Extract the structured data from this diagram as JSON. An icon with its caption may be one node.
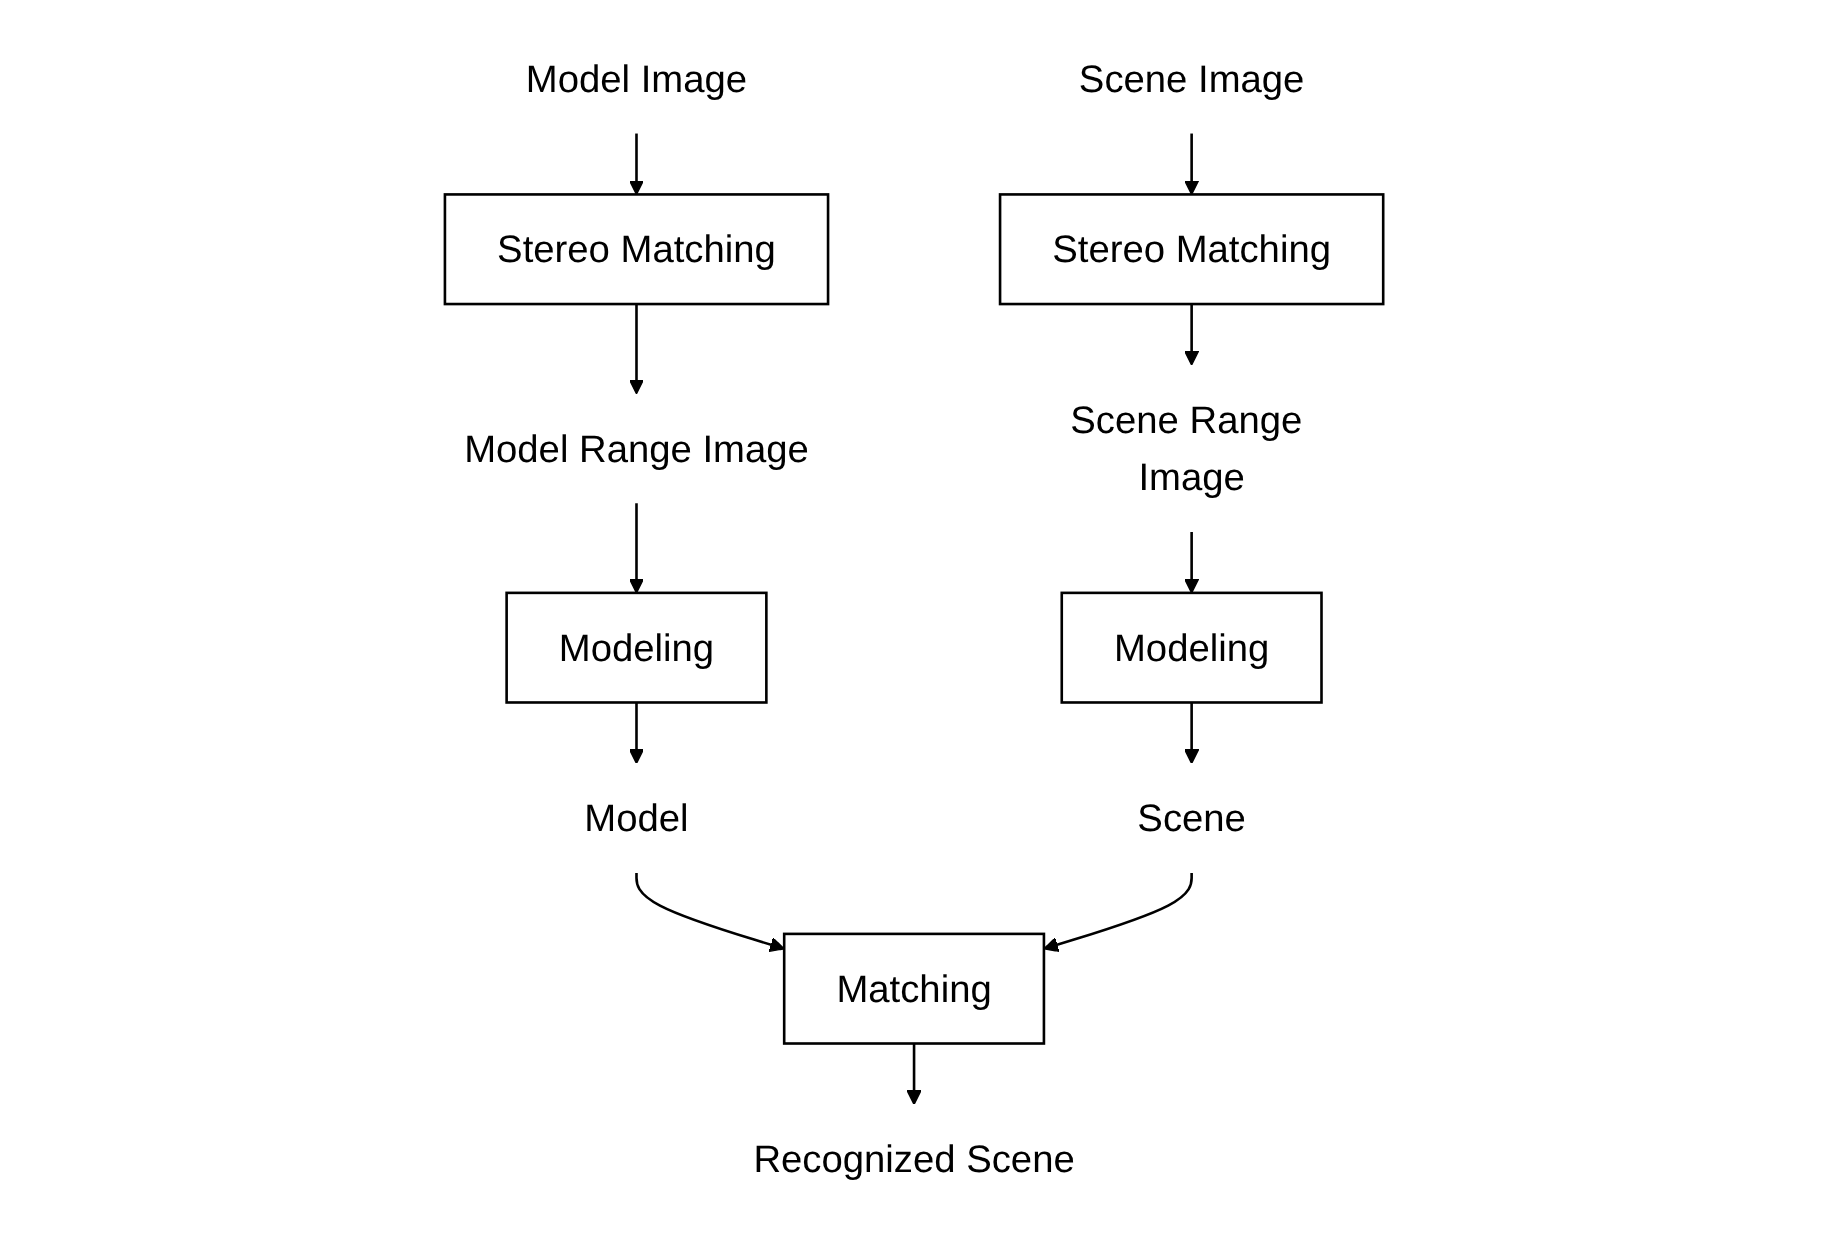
{
  "diagram": {
    "nodes": [
      {
        "text": [
          "Model Image"
        ]
      },
      {
        "text": [
          "Stereo Matching"
        ]
      },
      {
        "text": [
          "Model Range Image"
        ]
      },
      {
        "text": [
          "Modeling"
        ]
      },
      {
        "text": [
          "Model"
        ]
      },
      {
        "text": [
          "Scene Image"
        ]
      },
      {
        "text": [
          "Stereo Matching"
        ]
      },
      {
        "text": [
          "Scene Range Image"
        ]
      },
      {
        "text": [
          "Modeling"
        ]
      },
      {
        "text": [
          "Scene"
        ]
      },
      {
        "text": [
          "Matching"
        ]
      },
      {
        "text": [
          "Recognized Scene"
        ]
      }
    ],
    "edges": [
      {
        "from": 0,
        "to": 1,
        "arrow": "to"
      },
      {
        "from": 1,
        "to": 2,
        "arrow": "to"
      },
      {
        "from": 2,
        "to": 3,
        "arrow": "to"
      },
      {
        "from": 3,
        "to": 4,
        "arrow": "to"
      },
      {
        "from": 4,
        "to": 10,
        "arrow": "to"
      },
      {
        "from": 5,
        "to": 6,
        "arrow": "to"
      },
      {
        "from": 6,
        "to": 7,
        "arrow": "to"
      },
      {
        "from": 7,
        "to": 8,
        "arrow": "to"
      },
      {
        "from": 8,
        "to": 9,
        "arrow": "to"
      },
      {
        "from": 9,
        "to": 10,
        "arrow": "to"
      },
      {
        "from": 10,
        "to": 11,
        "arrow": "to"
      }
    ]
  }
}
